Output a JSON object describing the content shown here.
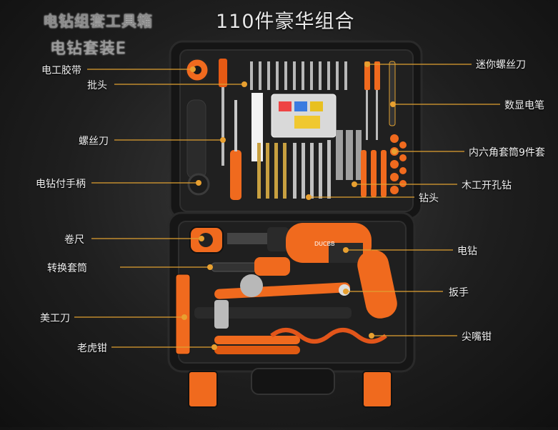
{
  "header": {
    "title": "电钻组套工具箱",
    "subtitle": "电钻套装E",
    "count_title": "110件豪华组合"
  },
  "drill_brand": "DUCBB",
  "colors": {
    "accent_orange": "#f06a1e",
    "case_black": "#1a1a1a",
    "leader_line": "#e0a030"
  },
  "labels": {
    "tape": "电工胶带",
    "bits": "批头",
    "screwdriver": "螺丝刀",
    "aux_handle": "电钻付手柄",
    "tape_measure": "卷尺",
    "adapter_socket": "转换套筒",
    "utility_knife": "美工刀",
    "pliers": "老虎钳",
    "mini_screwdriver": "迷你螺丝刀",
    "digital_pen": "数显电笔",
    "hex_sockets": "内六角套筒9件套",
    "spade_bit": "木工开孔钻",
    "drill_bits": "钻头",
    "drill": "电钻",
    "wrench": "扳手",
    "needle_pliers": "尖嘴钳"
  }
}
